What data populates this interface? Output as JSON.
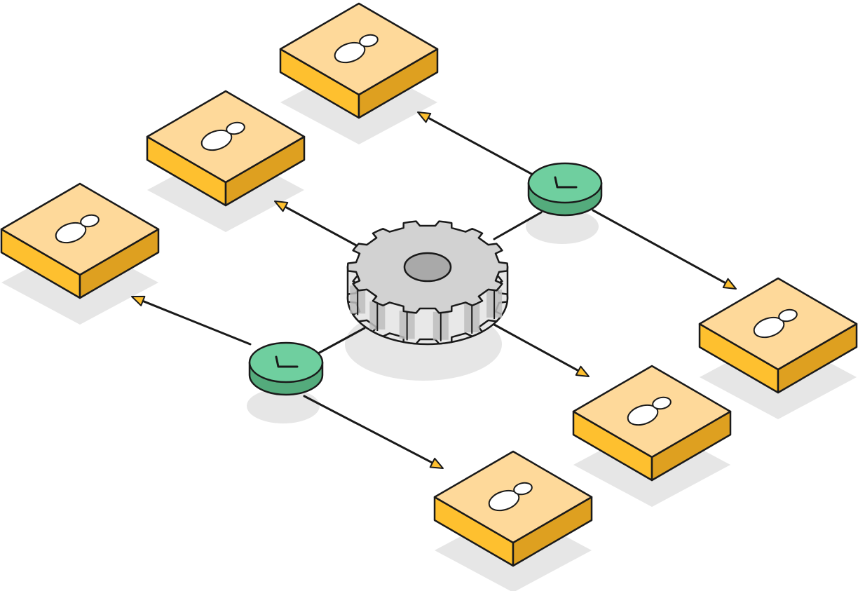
{
  "colors": {
    "background": "#ffffff",
    "outline": "#1a1a1a",
    "shadow": "#e6e6e6",
    "user_top": "#fed99a",
    "user_left": "#fec02f",
    "user_right": "#dea020",
    "user_icon": "#ffffff",
    "timer_top": "#6fcf9f",
    "timer_side": "#54ab7c",
    "gear_top": "#d2d2d2",
    "gear_side": "#e8e8e8",
    "gear_side_dark": "#bdbdbd",
    "gear_hub": "#a9a9a9",
    "arrow_head": "#fec02f"
  },
  "diagram": {
    "hub": {
      "icon": "gear-icon"
    },
    "timers": [
      {
        "id": "timer-top-right",
        "icon": "clock-icon"
      },
      {
        "id": "timer-bottom-left",
        "icon": "clock-icon"
      }
    ],
    "nodes": [
      {
        "id": "user-node-1",
        "icon": "user-icon"
      },
      {
        "id": "user-node-2",
        "icon": "user-icon"
      },
      {
        "id": "user-node-3",
        "icon": "user-icon"
      },
      {
        "id": "user-node-4",
        "icon": "user-icon"
      },
      {
        "id": "user-node-5",
        "icon": "user-icon"
      },
      {
        "id": "user-node-6",
        "icon": "user-icon"
      }
    ],
    "connections": [
      {
        "from": "gear-hub",
        "to": "user-node-2",
        "arrow": true
      },
      {
        "from": "gear-hub",
        "to": "user-node-5",
        "arrow": true
      },
      {
        "from": "gear-hub",
        "to": "timer-top-right",
        "arrow": false
      },
      {
        "from": "gear-hub",
        "to": "timer-bottom-left",
        "arrow": false
      },
      {
        "from": "timer-top-right",
        "to": "user-node-1",
        "arrow": true
      },
      {
        "from": "timer-top-right",
        "to": "user-node-4",
        "arrow": true
      },
      {
        "from": "timer-bottom-left",
        "to": "user-node-3",
        "arrow": true
      },
      {
        "from": "timer-bottom-left",
        "to": "user-node-6",
        "arrow": true
      }
    ]
  }
}
